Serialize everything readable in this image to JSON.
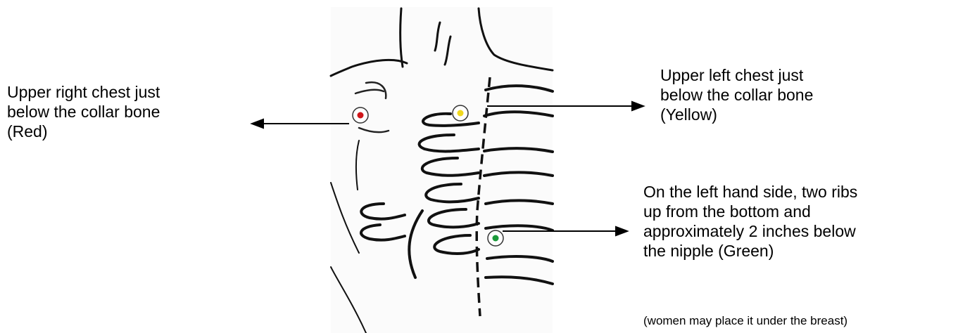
{
  "labels": {
    "red": [
      "Upper right chest  just",
      "below the collar bone",
      "(Red)"
    ],
    "yellow": [
      "Upper left chest just",
      "below the collar bone",
      "(Yellow)"
    ],
    "green": [
      "On the left hand side, two ribs",
      "up from the bottom and",
      "approximately 2 inches below",
      "the nipple (Green)"
    ],
    "note": "(women may place it under the breast)"
  },
  "electrodes": {
    "red_color": "#d0161a",
    "yellow_color": "#f0d81e",
    "green_color": "#1b9a3a"
  }
}
